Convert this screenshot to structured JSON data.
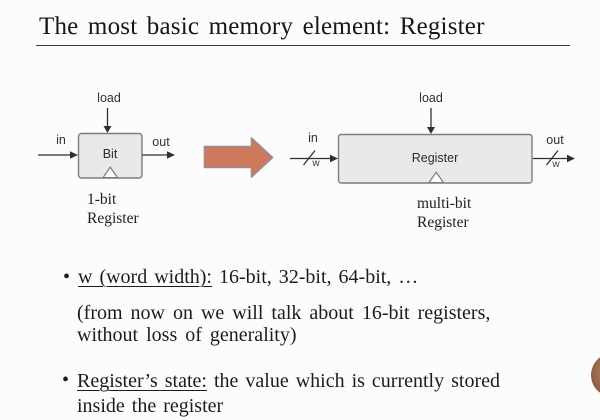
{
  "title": "The most basic memory element: Register",
  "diagram_1bit": {
    "load_label": "load",
    "in_label": "in",
    "out_label": "out",
    "box_label": "Bit",
    "caption_line1": "1-bit",
    "caption_line2": "Register"
  },
  "diagram_multibit": {
    "load_label": "load",
    "in_label": "in",
    "out_label": "out",
    "box_label": "Register",
    "in_bus_width": "w",
    "out_bus_width": "w",
    "caption_line1": "multi-bit",
    "caption_line2": "Register"
  },
  "bullets": {
    "glyph": "•",
    "item1": {
      "underlined": "w (word width):",
      "rest": " 16-bit, 32-bit, 64-bit, …",
      "note_line1": "(from now on we will talk about 16-bit registers,",
      "note_line2": "without loss of generality)"
    },
    "item2": {
      "underlined": "Register’s state:",
      "rest": " the value which is currently stored",
      "line2": "inside the register"
    }
  },
  "colors": {
    "block_arrow_fill": "#cf795c",
    "block_arrow_stroke": "#9b8b92",
    "box_fill": "#e9e9e7",
    "box_border": "#7d7d7d",
    "wire": "#2f2f2f",
    "webcam_circle": "#a5745a",
    "background": "#fcfcfc"
  }
}
